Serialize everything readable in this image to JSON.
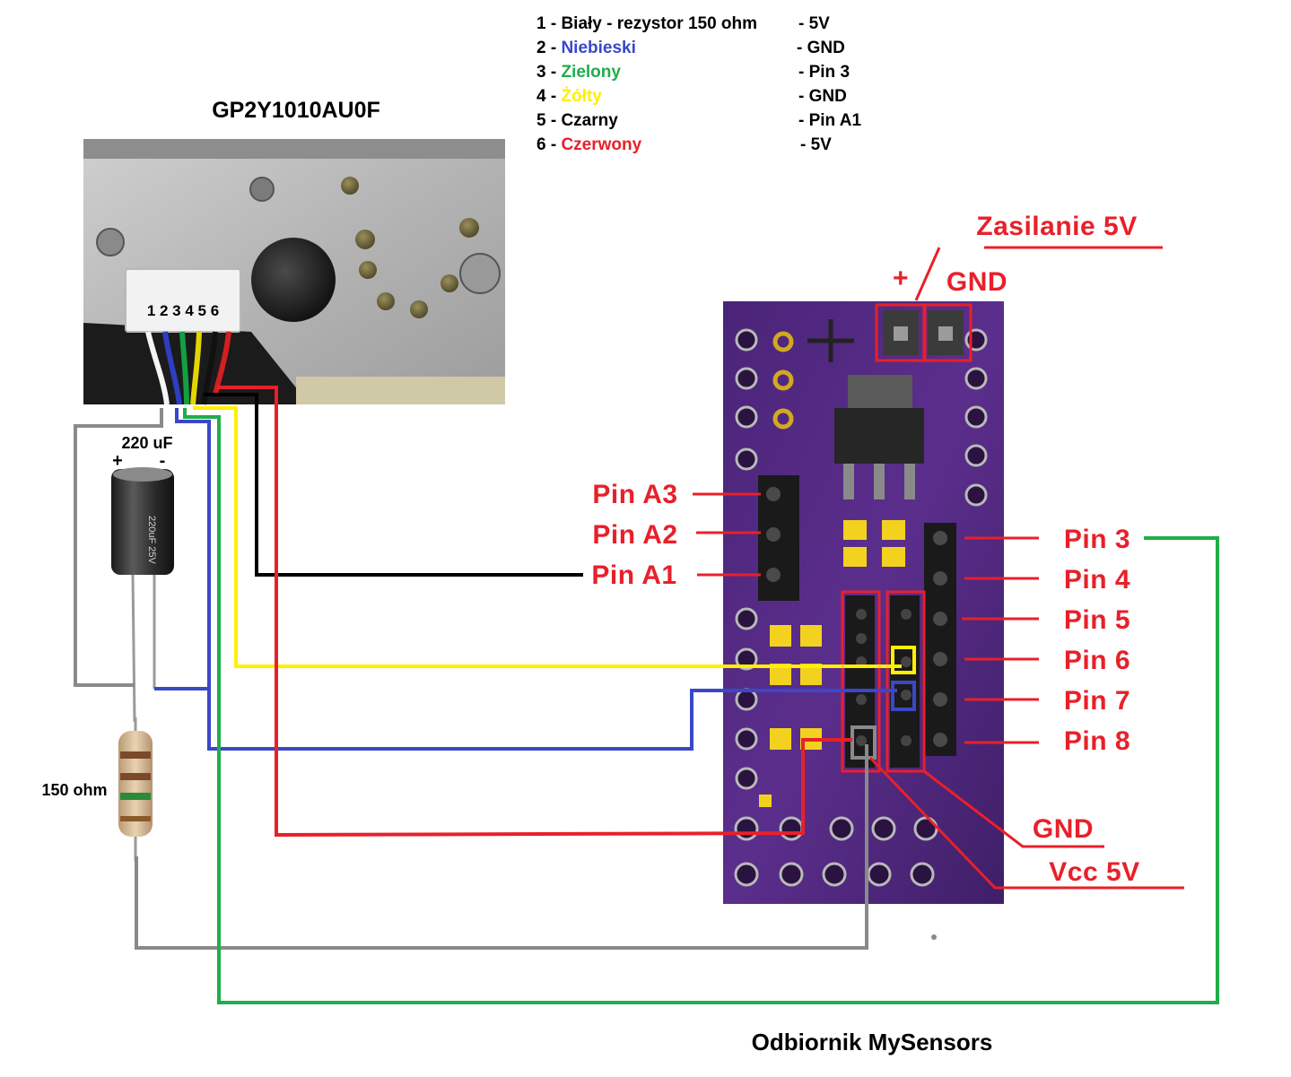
{
  "colors": {
    "red": "#e8202a",
    "blue": "#3a48c8",
    "green": "#1fae4a",
    "yellow": "#ffef00",
    "gray": "#8a8a8a",
    "black": "#000000",
    "board_purple": "#5b2e8c"
  },
  "sensor": {
    "title": "GP2Y1010AU0F",
    "connector_numbers": "1 2 3 4 5 6"
  },
  "legend": [
    {
      "num": "1 - ",
      "name": "Biały - rezystor 150 ohm",
      "name_color": "#000000",
      "target": "- 5V"
    },
    {
      "num": "2 - ",
      "name": "Niebieski",
      "name_color": "#3a48c8",
      "target": "- GND"
    },
    {
      "num": "3 - ",
      "name": "Zielony",
      "name_color": "#1fae4a",
      "target": "- Pin 3"
    },
    {
      "num": "4 - ",
      "name": "Żółty",
      "name_color": "#ffef00",
      "target": "- GND"
    },
    {
      "num": "5 - ",
      "name": "Czarny",
      "name_color": "#000000",
      "target": "- Pin A1"
    },
    {
      "num": "6 - ",
      "name": "Czerwony",
      "name_color": "#e8202a",
      "target": "- 5V"
    }
  ],
  "capacitor": {
    "value": "220 uF",
    "plus": "+",
    "minus": "-",
    "marking": "220uF 25V"
  },
  "resistor": {
    "value": "150 ohm"
  },
  "power": {
    "title": "Zasilanie 5V",
    "plus": "+",
    "gnd": "GND"
  },
  "left_pins": [
    "Pin A3",
    "Pin A2",
    "Pin A1"
  ],
  "right_pins": [
    "Pin 3",
    "Pin 4",
    "Pin 5",
    "Pin 6",
    "Pin 7",
    "Pin 8"
  ],
  "bottom_labels": {
    "gnd": "GND",
    "vcc": "Vcc 5V"
  },
  "board_title": "Odbiornik MySensors"
}
